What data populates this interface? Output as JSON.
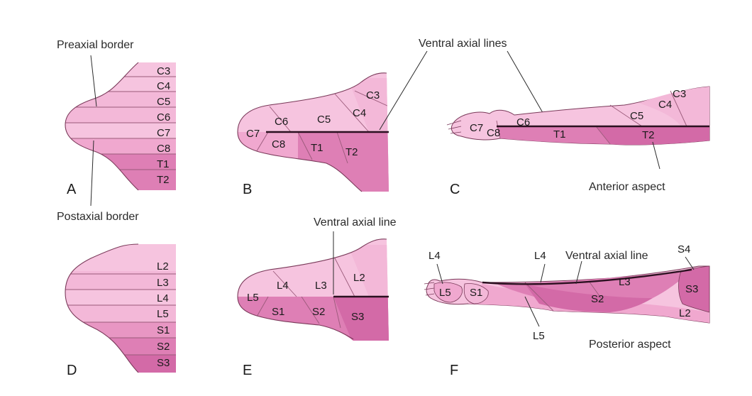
{
  "annotations": {
    "preaxial": "Preaxial border",
    "postaxial": "Postaxial border",
    "ventral_lines": "Ventral axial lines",
    "ventral_line_e": "Ventral axial line",
    "ventral_line_f": "Ventral axial line",
    "anterior": "Anterior aspect",
    "posterior": "Posterior aspect"
  },
  "panel_letters": {
    "A": "A",
    "B": "B",
    "C": "C",
    "D": "D",
    "E": "E",
    "F": "F"
  },
  "panel_a": {
    "segments": [
      "C3",
      "C4",
      "C5",
      "C6",
      "C7",
      "C8",
      "T1",
      "T2"
    ]
  },
  "panel_b": {
    "labels": {
      "c3": "C3",
      "c4": "C4",
      "c5": "C5",
      "c6": "C6",
      "c7": "C7",
      "c8": "C8",
      "t1": "T1",
      "t2": "T2"
    }
  },
  "panel_c": {
    "labels": {
      "c3": "C3",
      "c4": "C4",
      "c5": "C5",
      "c6": "C6",
      "c7": "C7",
      "c8": "C8",
      "t1": "T1",
      "t2": "T2"
    }
  },
  "panel_d": {
    "segments": [
      "L2",
      "L3",
      "L4",
      "L5",
      "S1",
      "S2",
      "S3"
    ]
  },
  "panel_e": {
    "labels": {
      "l2": "L2",
      "l3": "L3",
      "l4": "L4",
      "l5": "L5",
      "s1": "S1",
      "s2": "S2",
      "s3": "S3"
    }
  },
  "panel_f": {
    "labels": {
      "l4_top": "L4",
      "l4_mid": "L4",
      "l5_foot": "L5",
      "s1": "S1",
      "l3": "L3",
      "s2": "S2",
      "s4": "S4",
      "s3": "S3",
      "l2": "L2",
      "l5_bottom": "L5"
    }
  },
  "colors": {
    "light": "#f6c4df",
    "medium": "#f0a8cf",
    "dark": "#de7fb5",
    "darker": "#d36aa7",
    "outline": "#7a3a5a"
  }
}
